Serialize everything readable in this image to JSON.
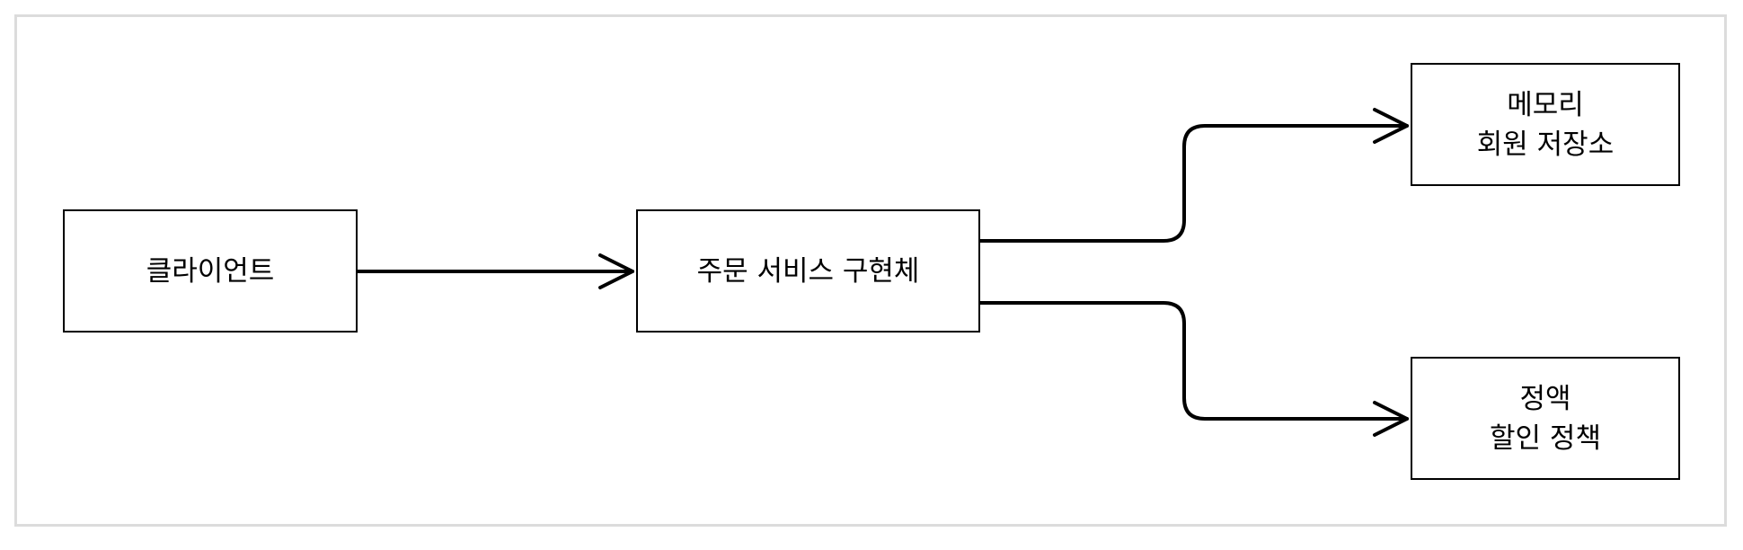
{
  "diagram": {
    "nodes": {
      "client": {
        "line1": "클라이언트",
        "line2": ""
      },
      "service": {
        "line1": "주문 서비스 구현체",
        "line2": ""
      },
      "memory": {
        "line1": "메모리",
        "line2": "회원 저장소"
      },
      "discount": {
        "line1": "정액",
        "line2": "할인 정책"
      }
    },
    "edges": [
      {
        "from": "client",
        "to": "service"
      },
      {
        "from": "service",
        "to": "memory"
      },
      {
        "from": "service",
        "to": "discount"
      }
    ],
    "colors": {
      "stroke": "#000000",
      "frame": "#dcdcdc",
      "background": "#ffffff"
    }
  }
}
